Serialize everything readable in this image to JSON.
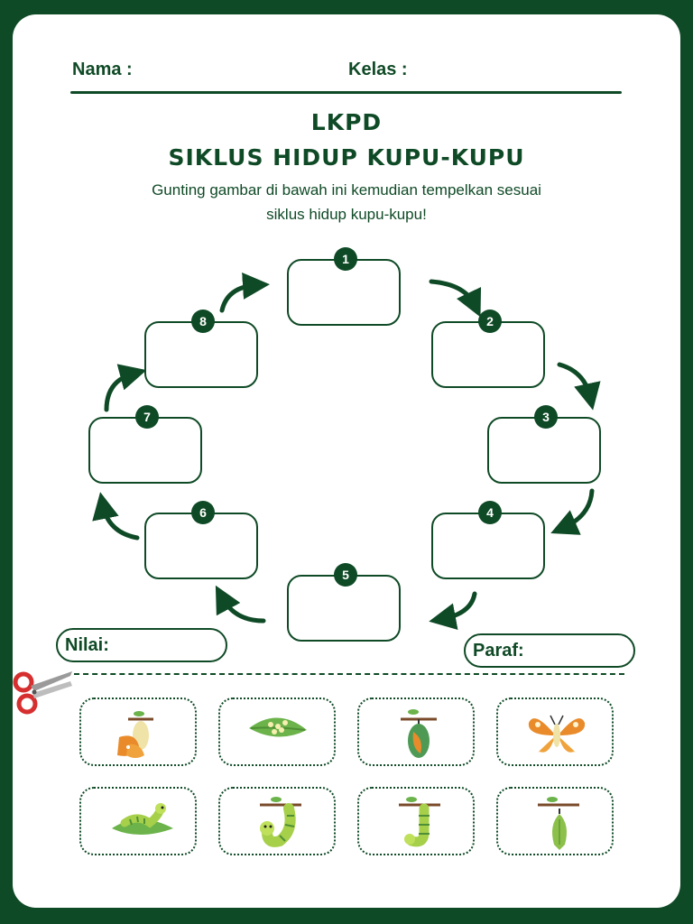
{
  "header": {
    "nama_label": "Nama :",
    "kelas_label": "Kelas :"
  },
  "title": {
    "line1": "LKPD",
    "line2": "SIKLUS HIDUP KUPU-KUPU"
  },
  "instruction": {
    "line1": "Gunting gambar di bawah ini kemudian tempelkan sesuai",
    "line2": "siklus hidup kupu-kupu!"
  },
  "cycle": {
    "numbers": [
      "1",
      "2",
      "3",
      "4",
      "5",
      "6",
      "7",
      "8"
    ]
  },
  "footer": {
    "nilai_label": "Nilai:",
    "paraf_label": "Paraf:"
  },
  "colors": {
    "background": "#0f4a26",
    "sheet": "#ffffff",
    "accent": "#0f4a26",
    "scissors": "#d62f2f"
  },
  "cut_cards": [
    {
      "icon": "butterfly-emerging-icon"
    },
    {
      "icon": "leaf-with-eggs-icon"
    },
    {
      "icon": "chrysalis-hanging-icon"
    },
    {
      "icon": "butterfly-icon"
    },
    {
      "icon": "caterpillar-on-leaf-icon"
    },
    {
      "icon": "caterpillar-on-branch-icon"
    },
    {
      "icon": "caterpillar-j-shape-icon"
    },
    {
      "icon": "pupa-icon"
    }
  ]
}
